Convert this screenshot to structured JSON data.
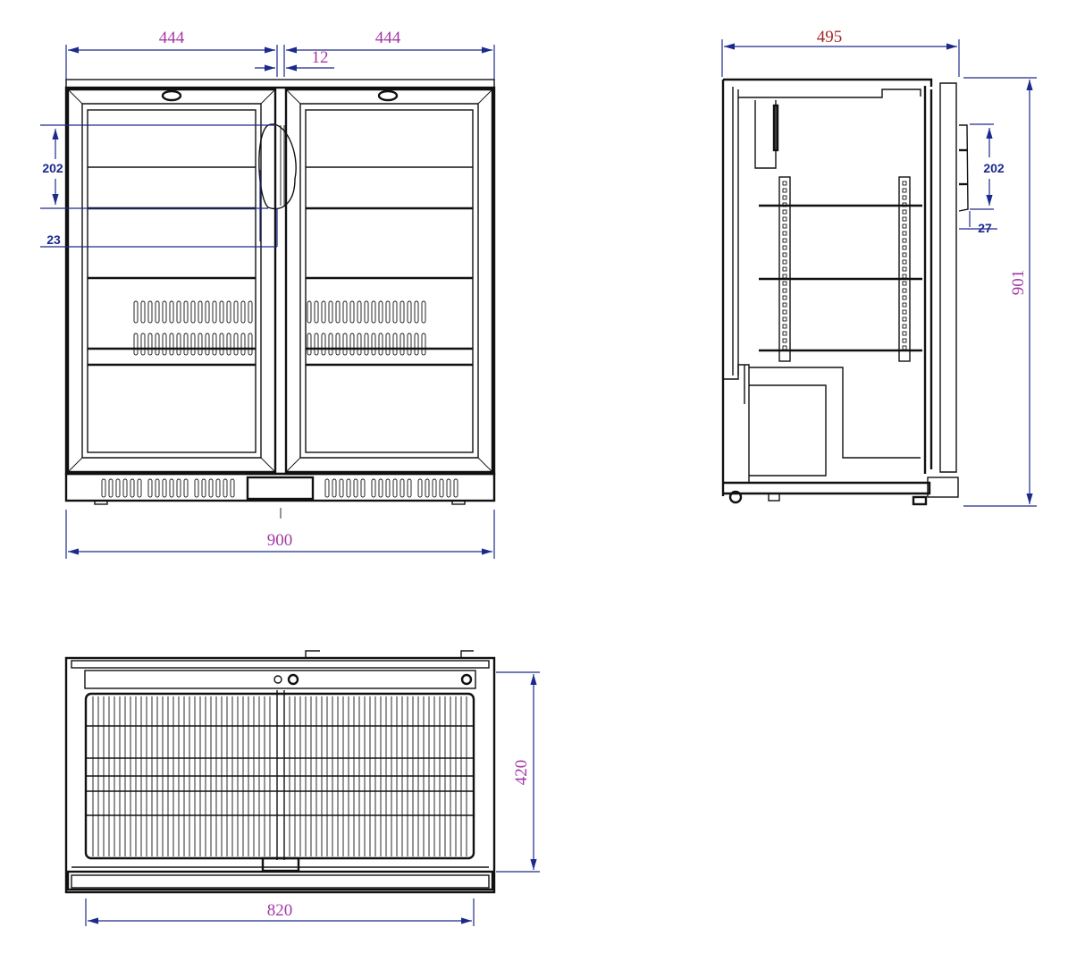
{
  "title": "Double door back bar cooler dimension drawing",
  "colors": {
    "dimension_line": "#1c2a8c",
    "dimension_text_primary": "#a33aa6",
    "dimension_text_depth": "#a52a2a",
    "dimension_text_detail": "#1c2a8c",
    "outline": "#111111"
  },
  "front_view": {
    "door_width_left": "444",
    "door_width_right": "444",
    "door_gap": "12",
    "overall_width": "900",
    "handle_length": "202",
    "handle_offset": "23"
  },
  "side_view": {
    "overall_depth": "495",
    "overall_height": "901",
    "handle_length": "202",
    "handle_projection": "27"
  },
  "top_view": {
    "interior_depth": "420",
    "interior_width": "820"
  }
}
